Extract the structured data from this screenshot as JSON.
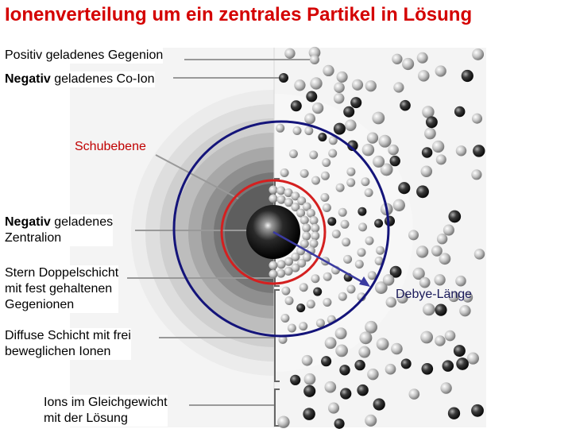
{
  "title": "Ionenverteilung um ein zentrales Partikel in Lösung",
  "labels": {
    "positive_counterion": "Positiv geladenes Gegenion",
    "negative_coion_bold": "Negativ",
    "negative_coion_rest": " geladenes Co-Ion",
    "shear_plane": "Schubebene",
    "central_ion_bold": "Negativ",
    "central_ion_line1_rest": " geladenes",
    "central_ion_line2": "Zentralion",
    "stern_line1": "Stern Doppelschicht",
    "stern_line2": "mit fest gehaltenen",
    "stern_line3": "Gegenionen",
    "diffuse_line1": "Diffuse Schicht mit frei",
    "diffuse_line2": "beweglichen Ionen",
    "equilibrium_line1": "Ions im Gleichgewicht",
    "equilibrium_line2": "mit der Lösung",
    "debye": "Debye-Länge"
  },
  "colors": {
    "title": "#d40000",
    "shear_ring": "#d42020",
    "debye_circle": "#14147a",
    "positive_ion": "#c8c8c8",
    "negative_ion": "#2a2a2a"
  }
}
